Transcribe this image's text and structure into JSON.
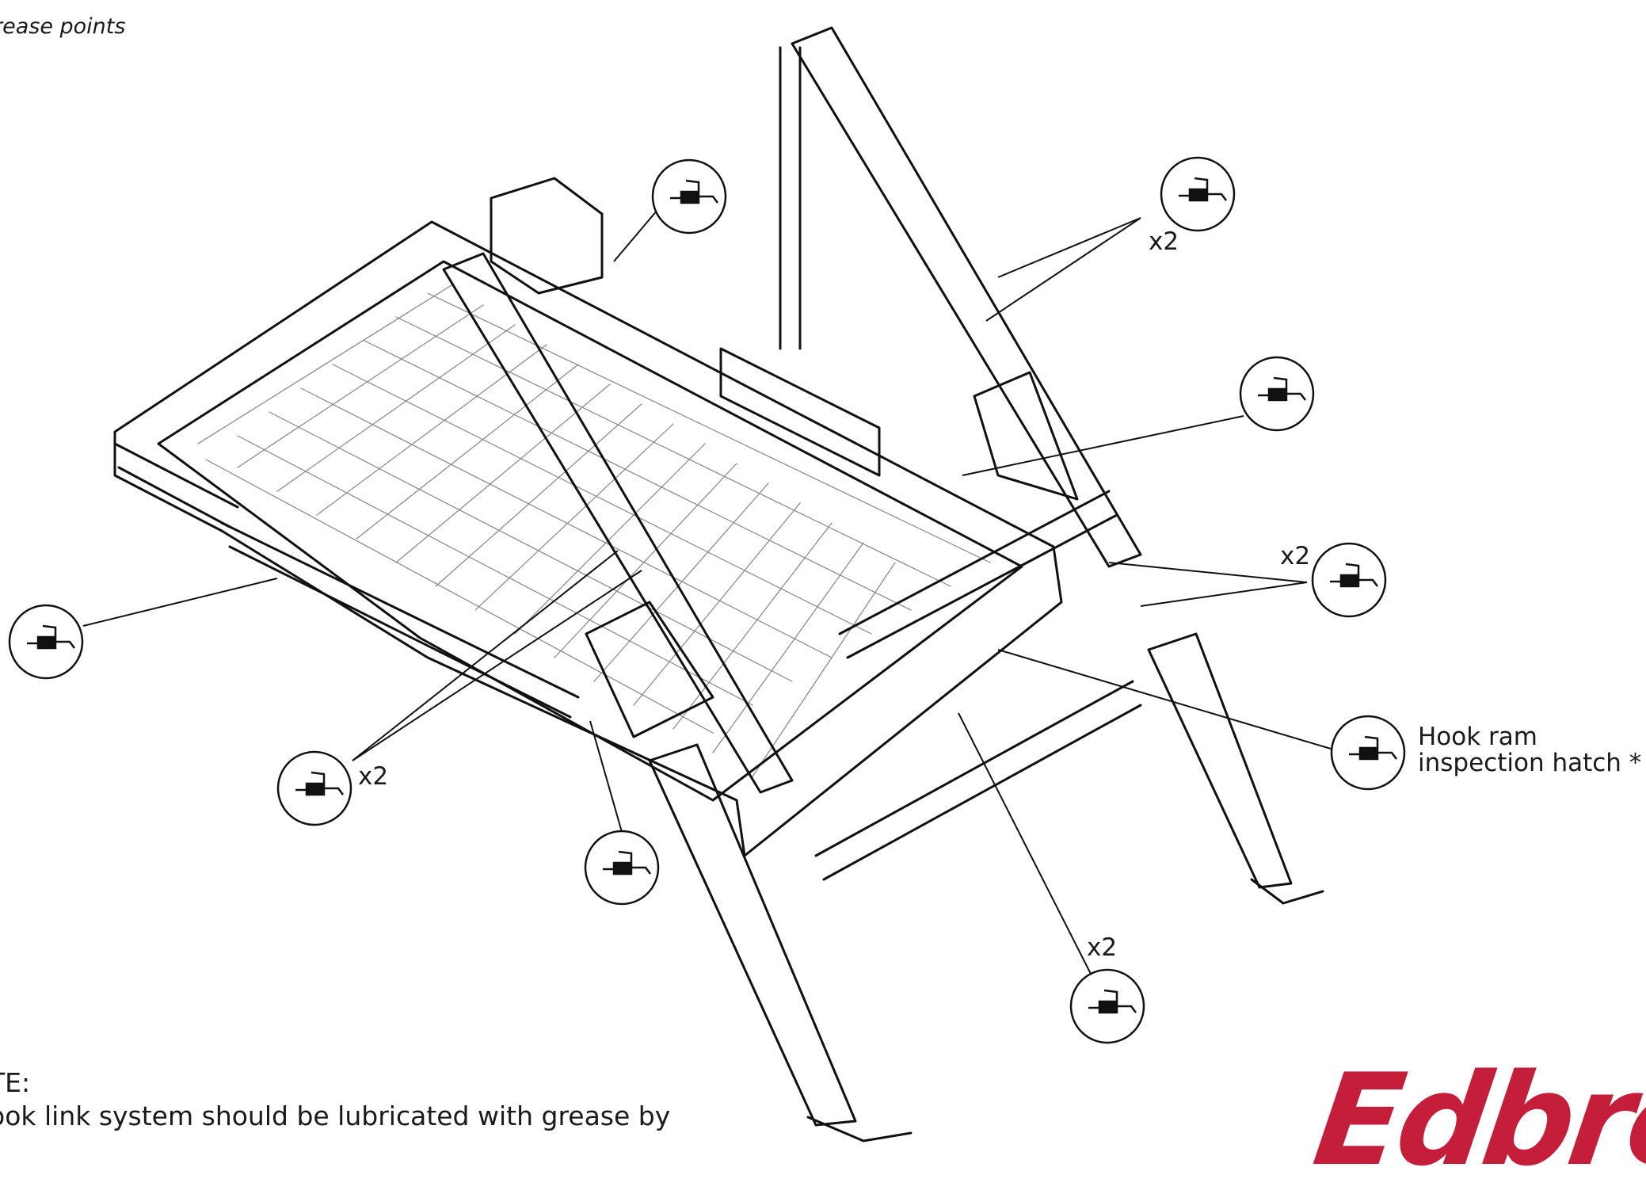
{
  "title": "rease points",
  "labels": {
    "multiplier_right_top": "x2",
    "multiplier_right_mid": "x2",
    "multiplier_left_mid": "x2",
    "multiplier_bottom": "x2",
    "hook_ram_line1": "Hook ram",
    "hook_ram_line2": "inspection hatch *"
  },
  "note": {
    "heading": "TE:",
    "line1": "ook link system should be lubricated with grease by"
  },
  "logo": {
    "text_red": "Edbro",
    "text_blue": ""
  },
  "icons": {
    "grease_point": "grease-gun-icon"
  }
}
